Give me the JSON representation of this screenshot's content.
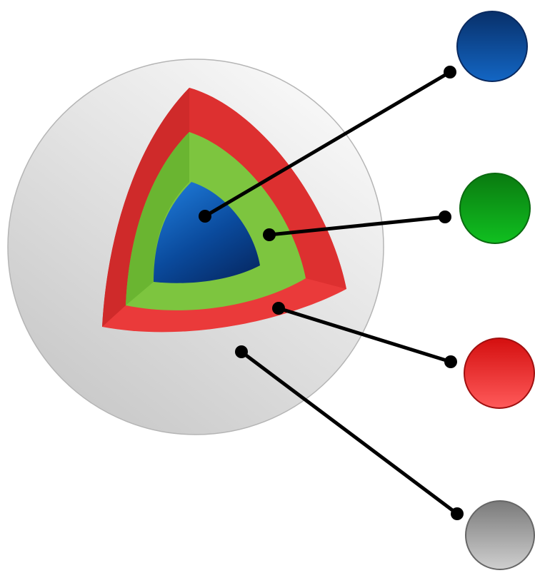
{
  "diagram": {
    "type": "layered-sphere-cutaway",
    "layers": [
      {
        "id": "core",
        "color": "#0a4aa0",
        "marker_color": "#0a4fa3"
      },
      {
        "id": "middle",
        "color": "#7cc63e",
        "marker_color": "#0a9a1a"
      },
      {
        "id": "outer",
        "color": "#e63a3a",
        "marker_color": "#ee2a2a"
      },
      {
        "id": "shell",
        "color": "#e6e6e6",
        "marker_color": "#9a9a9a"
      }
    ],
    "connector_color": "#000000"
  }
}
